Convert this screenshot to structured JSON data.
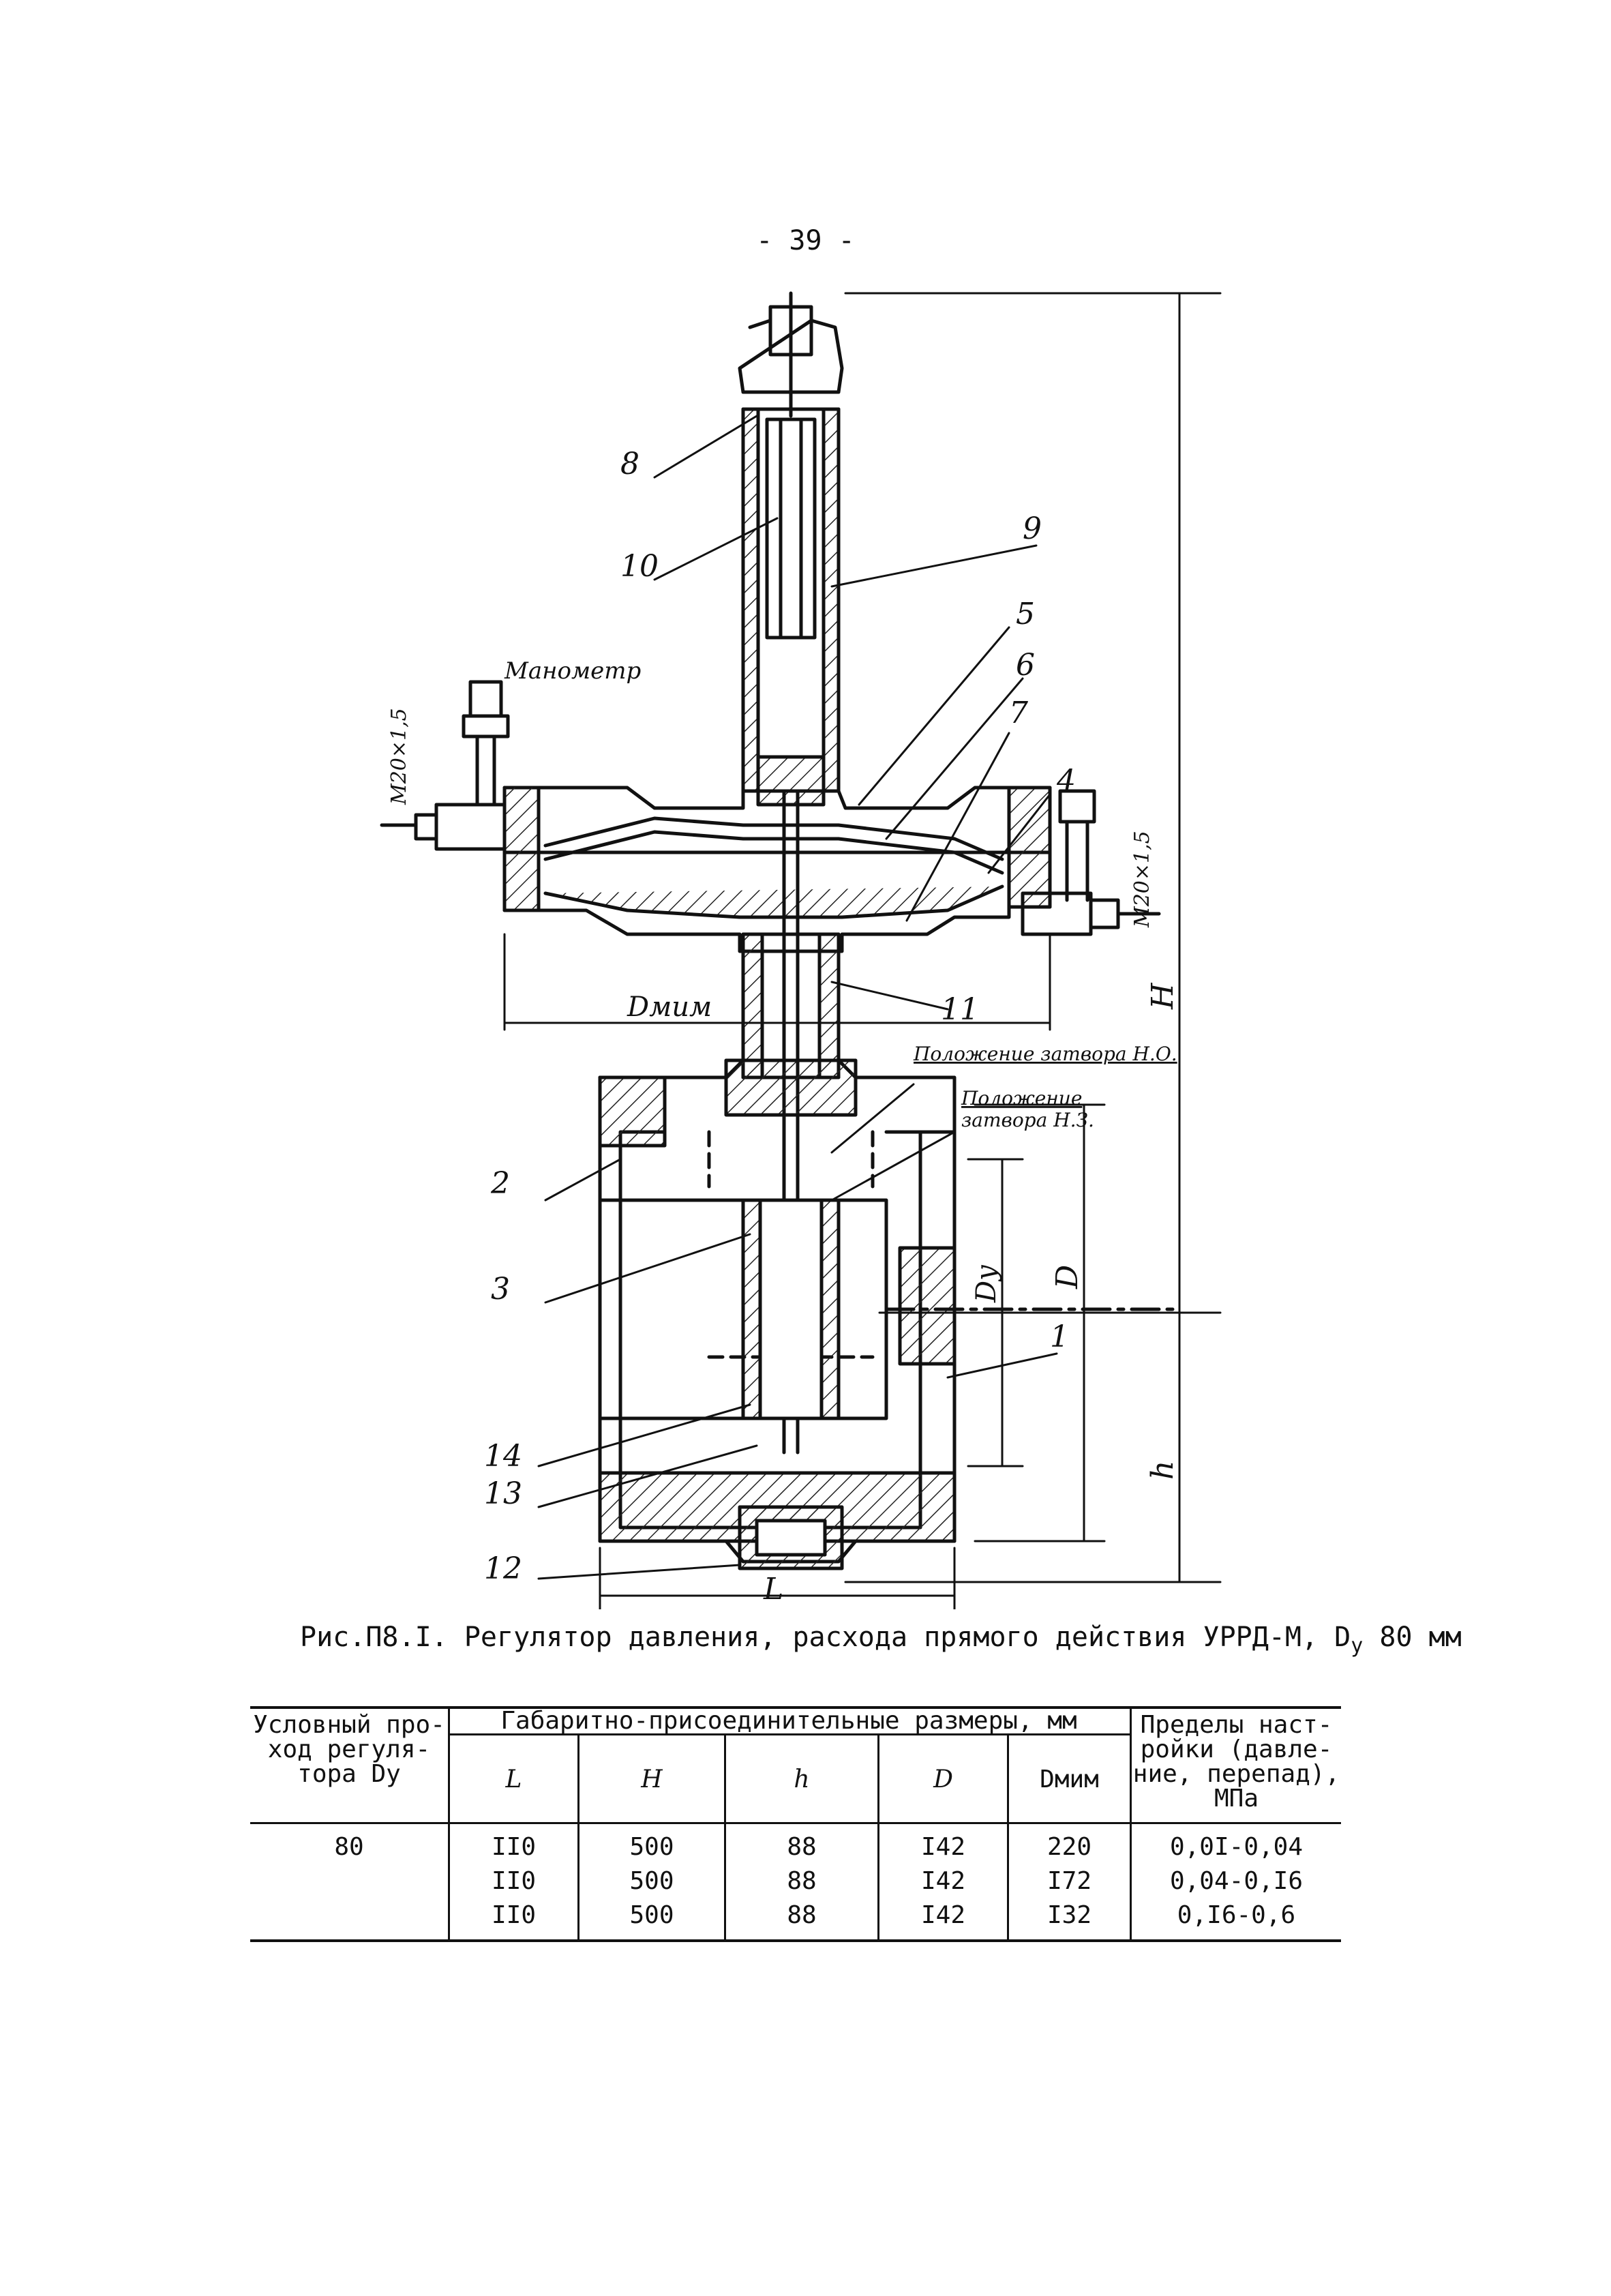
{
  "page_number": "- 39 -",
  "drawing": {
    "callouts": [
      "1",
      "2",
      "3",
      "4",
      "5",
      "6",
      "7",
      "8",
      "9",
      "10",
      "11",
      "12",
      "13",
      "14"
    ],
    "manometer_label": "Манометр",
    "thread_left": "M20×1,5",
    "thread_right": "M20×1,5",
    "dim_H": "H",
    "dim_h": "h",
    "dim_D": "D",
    "dim_Dy": "Dу",
    "dim_L": "L",
    "dim_Dmim": "Dмим",
    "pos_no": "Положение затвора Н.О.",
    "pos_nc_line1": "Положение",
    "pos_nc_line2": "затвора Н.З."
  },
  "caption": {
    "prefix": "Рис.П8.I. Регулятор давления, расхода прямого действия УРРД-М, D",
    "sub": "у",
    "suffix": " 80 мм"
  },
  "table": {
    "col1_header": [
      "Условный про-",
      "ход регуля-",
      "тора Dу"
    ],
    "group_header": "Габаритно-присоединительные размеры, мм",
    "sub_headers": [
      "L",
      "H",
      "h",
      "D",
      "Dмим"
    ],
    "col_last_header": [
      "Пределы наст-",
      "ройки (давле-",
      "ние, перепад),",
      "МПа"
    ],
    "rows": [
      {
        "dy": "80",
        "L": "II0",
        "H": "500",
        "h": "88",
        "D": "I42",
        "Dmim": "220",
        "range": "0,0I-0,04"
      },
      {
        "dy": "",
        "L": "II0",
        "H": "500",
        "h": "88",
        "D": "I42",
        "Dmim": "I72",
        "range": "0,04-0,I6"
      },
      {
        "dy": "",
        "L": "II0",
        "H": "500",
        "h": "88",
        "D": "I42",
        "Dmim": "I32",
        "range": "0,I6-0,6"
      }
    ]
  }
}
